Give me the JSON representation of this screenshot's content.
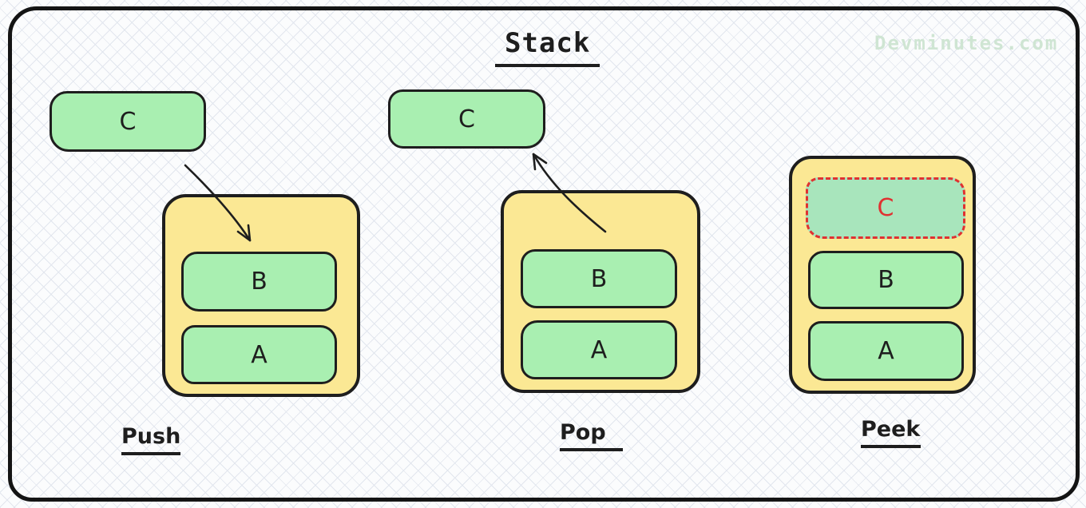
{
  "page": {
    "title": "Stack",
    "watermark": "Devminutes.com"
  },
  "colors": {
    "stroke": "#1e1e1e",
    "block_green": "#a9efb1",
    "container_yellow": "#fbe894",
    "peek_green": "#a8e5bc",
    "accent_red": "#e03131",
    "watermark_green": "#cfe5d3",
    "pattern_line": "#e2e6ee",
    "bg": "#fbfcfd"
  },
  "sections": [
    {
      "id": "push",
      "label": "Push",
      "floating_item": "C",
      "stack_items": [
        "B",
        "A"
      ],
      "arrow": "into-stack"
    },
    {
      "id": "pop",
      "label": "Pop",
      "floating_item": "C",
      "stack_items": [
        "B",
        "A"
      ],
      "arrow": "out-of-stack"
    },
    {
      "id": "peek",
      "label": "Peek",
      "floating_item": null,
      "stack_items": [
        "C",
        "B",
        "A"
      ],
      "peeked_item": "C"
    }
  ]
}
